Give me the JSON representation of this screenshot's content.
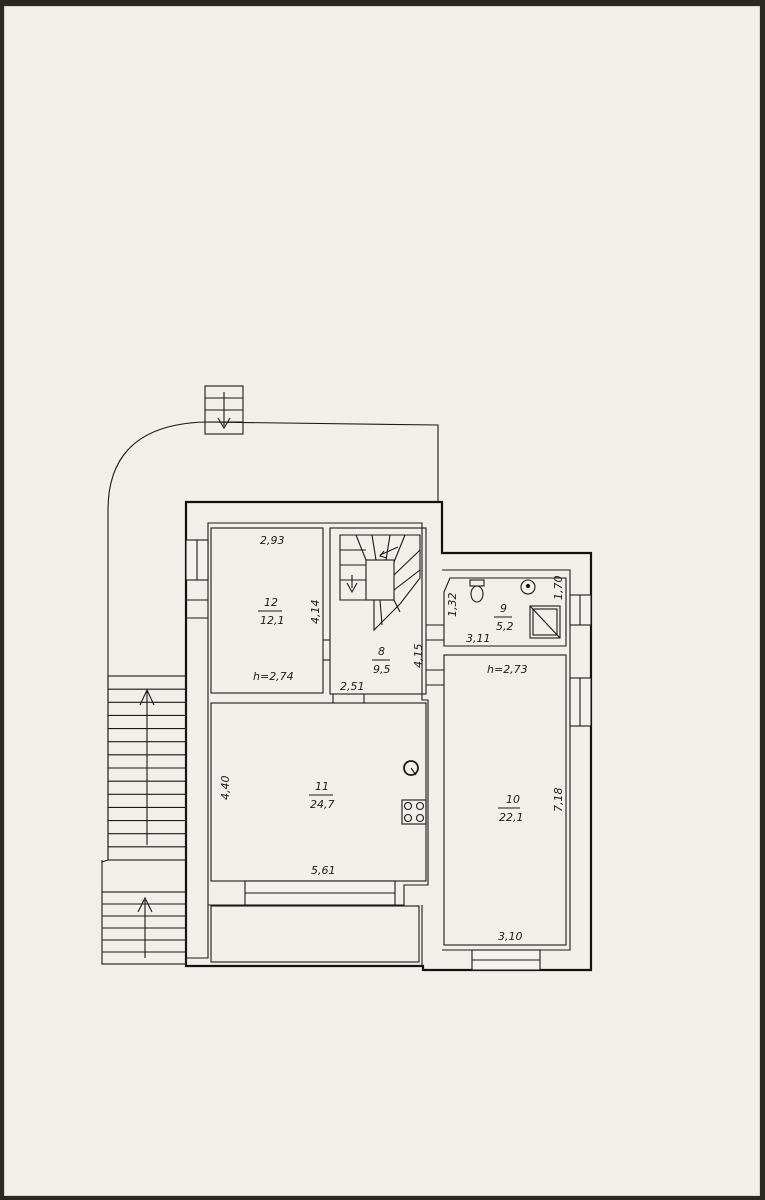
{
  "rooms": [
    {
      "number": "12",
      "area": "12,1",
      "height": "h=2,74",
      "width_label": "2,93",
      "depth_label": "4,14"
    },
    {
      "number": "8",
      "area": "9,5",
      "width_label": "2,51",
      "depth_label": "4,15"
    },
    {
      "number": "9",
      "area": "5,2",
      "width_label": "3,11",
      "depth_label": "1,70",
      "extra_label": "1,32"
    },
    {
      "number": "11",
      "area": "24,7",
      "width_label": "5,61",
      "depth_label": "4,40"
    },
    {
      "number": "10",
      "area": "22,1",
      "height": "h=2,73",
      "width_label": "3,10",
      "depth_label": "7,18"
    }
  ],
  "colors": {
    "line": "#111111",
    "paper": "#f1efea",
    "background": "#2a2724"
  },
  "icons": [
    "stair-arrow-icon",
    "toilet-icon",
    "sink-icon",
    "shower-icon",
    "stove-icon",
    "boiler-icon"
  ]
}
